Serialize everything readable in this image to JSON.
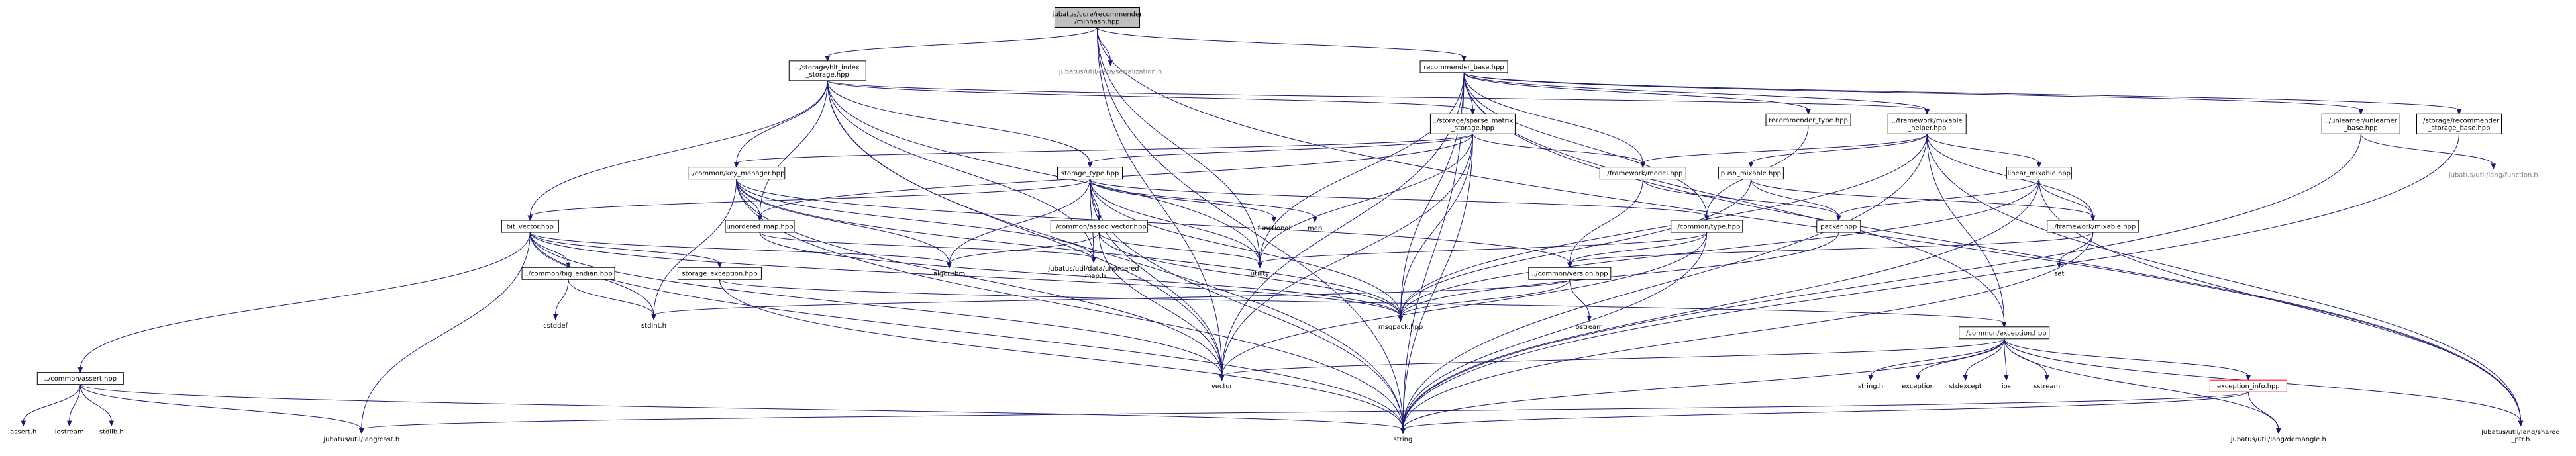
{
  "diagram": {
    "nodes": [
      {
        "id": "root",
        "lines": [
          "jubatus/core/recommender",
          "/minhash.hpp"
        ]
      },
      {
        "id": "bit_index_storage",
        "lines": [
          "../storage/bit_index",
          "_storage.hpp"
        ]
      },
      {
        "id": "serialization",
        "lines": [
          "jubatus/util/data/serialization.h"
        ]
      },
      {
        "id": "recommender_base",
        "lines": [
          "recommender_base.hpp"
        ]
      },
      {
        "id": "sparse_matrix_storage",
        "lines": [
          "../storage/sparse_matrix",
          "_storage.hpp"
        ]
      },
      {
        "id": "recommender_type",
        "lines": [
          "recommender_type.hpp"
        ]
      },
      {
        "id": "mixable_helper",
        "lines": [
          "../framework/mixable",
          "_helper.hpp"
        ]
      },
      {
        "id": "unlearner_base",
        "lines": [
          "../unlearner/unlearner",
          "_base.hpp"
        ]
      },
      {
        "id": "recommender_storage_base",
        "lines": [
          "../storage/recommender",
          "_storage_base.hpp"
        ]
      },
      {
        "id": "key_manager",
        "lines": [
          "../common/key_manager.hpp"
        ]
      },
      {
        "id": "storage_type",
        "lines": [
          "storage_type.hpp"
        ]
      },
      {
        "id": "model",
        "lines": [
          "../framework/model.hpp"
        ]
      },
      {
        "id": "push_mixable",
        "lines": [
          "push_mixable.hpp"
        ]
      },
      {
        "id": "linear_mixable",
        "lines": [
          "linear_mixable.hpp"
        ]
      },
      {
        "id": "util_function",
        "lines": [
          "jubatus/util/lang/function.h"
        ]
      },
      {
        "id": "bit_vector",
        "lines": [
          "bit_vector.hpp"
        ]
      },
      {
        "id": "unordered_map",
        "lines": [
          "unordered_map.hpp"
        ]
      },
      {
        "id": "assoc_vector",
        "lines": [
          "../common/assoc_vector.hpp"
        ]
      },
      {
        "id": "functional",
        "lines": [
          "functional"
        ]
      },
      {
        "id": "map",
        "lines": [
          "map"
        ]
      },
      {
        "id": "common_type",
        "lines": [
          "../common/type.hpp"
        ]
      },
      {
        "id": "packer",
        "lines": [
          "packer.hpp"
        ]
      },
      {
        "id": "framework_mixable",
        "lines": [
          "../framework/mixable.hpp"
        ]
      },
      {
        "id": "big_endian",
        "lines": [
          "../common/big_endian.hpp"
        ]
      },
      {
        "id": "storage_exception",
        "lines": [
          "storage_exception.hpp"
        ]
      },
      {
        "id": "algorithm",
        "lines": [
          "algorithm"
        ]
      },
      {
        "id": "util_unordered_map",
        "lines": [
          "jubatus/util/data/unordered",
          "_map.h"
        ]
      },
      {
        "id": "utility",
        "lines": [
          "utility"
        ]
      },
      {
        "id": "common_version",
        "lines": [
          "../common/version.hpp"
        ]
      },
      {
        "id": "set",
        "lines": [
          "set"
        ]
      },
      {
        "id": "cstddef",
        "lines": [
          "cstddef"
        ]
      },
      {
        "id": "stdint",
        "lines": [
          "stdint.h"
        ]
      },
      {
        "id": "msgpack",
        "lines": [
          "msgpack.hpp"
        ]
      },
      {
        "id": "ostream",
        "lines": [
          "ostream"
        ]
      },
      {
        "id": "common_exception",
        "lines": [
          "../common/exception.hpp"
        ]
      },
      {
        "id": "common_assert",
        "lines": [
          "../common/assert.hpp"
        ]
      },
      {
        "id": "vector",
        "lines": [
          "vector"
        ]
      },
      {
        "id": "string_h",
        "lines": [
          "string.h"
        ]
      },
      {
        "id": "exception",
        "lines": [
          "exception"
        ]
      },
      {
        "id": "stdexcept",
        "lines": [
          "stdexcept"
        ]
      },
      {
        "id": "ios",
        "lines": [
          "ios"
        ]
      },
      {
        "id": "sstream",
        "lines": [
          "sstream"
        ]
      },
      {
        "id": "exception_info",
        "lines": [
          "exception_info.hpp"
        ]
      },
      {
        "id": "assert_h",
        "lines": [
          "assert.h"
        ]
      },
      {
        "id": "iostream",
        "lines": [
          "iostream"
        ]
      },
      {
        "id": "stdlib",
        "lines": [
          "stdlib.h"
        ]
      },
      {
        "id": "util_cast",
        "lines": [
          "jubatus/util/lang/cast.h"
        ]
      },
      {
        "id": "string",
        "lines": [
          "string"
        ]
      },
      {
        "id": "util_demangle",
        "lines": [
          "jubatus/util/lang/demangle.h"
        ]
      },
      {
        "id": "util_shared_ptr",
        "lines": [
          "jubatus/util/lang/shared",
          "_ptr.h"
        ]
      }
    ]
  }
}
